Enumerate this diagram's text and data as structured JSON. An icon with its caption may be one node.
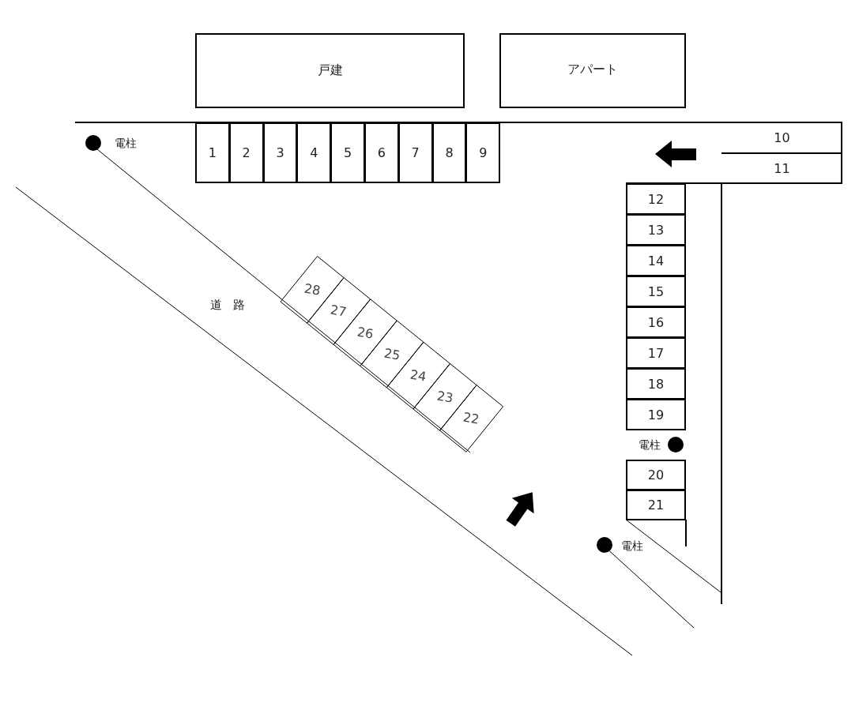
{
  "diagram": {
    "nodes": [
      {
        "text": [
          "戸建"
        ]
      },
      {
        "text": [
          "アパート"
        ]
      },
      {
        "text": [
          "1"
        ]
      },
      {
        "text": [
          "2"
        ]
      },
      {
        "text": [
          "3"
        ]
      },
      {
        "text": [
          "4"
        ]
      },
      {
        "text": [
          "5"
        ]
      },
      {
        "text": [
          "6"
        ]
      },
      {
        "text": [
          "7"
        ]
      },
      {
        "text": [
          "8"
        ]
      },
      {
        "text": [
          "9"
        ]
      },
      {
        "text": [
          "10"
        ]
      },
      {
        "text": [
          "11"
        ]
      },
      {
        "text": [
          "12"
        ]
      },
      {
        "text": [
          "13"
        ]
      },
      {
        "text": [
          "14"
        ]
      },
      {
        "text": [
          "15"
        ]
      },
      {
        "text": [
          "16"
        ]
      },
      {
        "text": [
          "17"
        ]
      },
      {
        "text": [
          "18"
        ]
      },
      {
        "text": [
          "19"
        ]
      },
      {
        "text": [
          "20"
        ]
      },
      {
        "text": [
          "21"
        ]
      },
      {
        "text": [
          "22"
        ]
      },
      {
        "text": [
          "23"
        ]
      },
      {
        "text": [
          "24"
        ]
      },
      {
        "text": [
          "25"
        ]
      },
      {
        "text": [
          "26"
        ]
      },
      {
        "text": [
          "27"
        ]
      },
      {
        "text": [
          "28"
        ]
      }
    ],
    "labels": [
      "電柱",
      "道路",
      "電柱",
      "電柱"
    ]
  }
}
